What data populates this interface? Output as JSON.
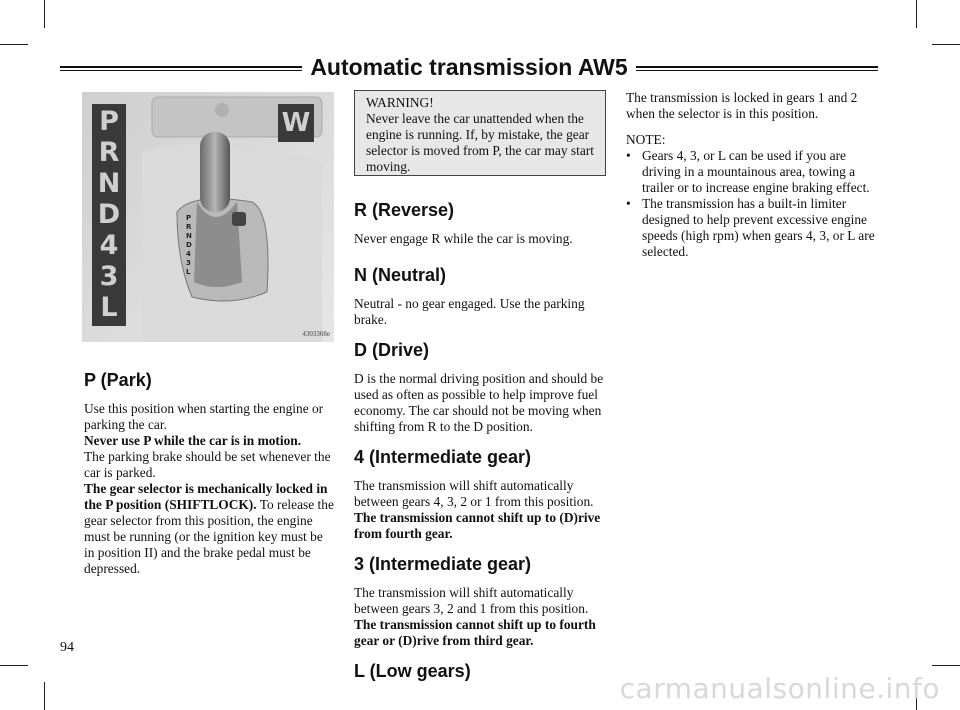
{
  "header": {
    "title": "Automatic transmission AW5"
  },
  "figure": {
    "gear_letters": [
      "P",
      "R",
      "N",
      "D",
      "4",
      "3",
      "L"
    ],
    "winter_letter": "W",
    "small_letters": [
      "P",
      "R",
      "N",
      "D",
      "4",
      "3",
      "L"
    ],
    "code": "4303308e"
  },
  "left": {
    "park": {
      "heading": "P (Park)",
      "p1": "Use this position when starting the engine or parking the car.",
      "p2": "Never use P while the car is in motion.",
      "p3": "The parking brake should be set whenever the car is parked.",
      "p4_bold": "The gear selector is mechanically locked in the P position (SHIFTLOCK).",
      "p4_rest": " To release the gear selector from this position, the engine must be running (or the ignition key must be in position II) and the brake pedal must be depressed."
    }
  },
  "middle": {
    "warning": {
      "title": "WARNING!",
      "text": "Never leave the car unattended when the engine is running. If, by mistake, the gear selector is moved from P, the car may start moving."
    },
    "reverse": {
      "heading": "R (Reverse)",
      "text": "Never engage R while the car is moving."
    },
    "neutral": {
      "heading": "N (Neutral)",
      "text": "Neutral - no gear engaged. Use the parking brake."
    },
    "drive": {
      "heading": "D (Drive)",
      "text": "D is the normal driving position and should be used as often as possible to help improve fuel economy. The car should not be moving when shifting from R to the D position."
    },
    "gear4": {
      "heading": "4 (Intermediate gear)",
      "text": "The transmission will shift automatically between gears 4, 3, 2 or 1 from this position.",
      "bold": "The transmission cannot shift up to (D)rive from fourth gear."
    },
    "gear3": {
      "heading": "3 (Intermediate gear)",
      "text": "The transmission will shift automatically between gears 3, 2 and 1 from this position.",
      "bold": "The transmission cannot shift up to fourth gear or (D)rive from third gear."
    },
    "low": {
      "heading": "L (Low gears)"
    }
  },
  "right": {
    "intro": "The transmission is locked in gears 1 and 2 when the selector is in this position.",
    "note_title": "NOTE:",
    "bullets": [
      "Gears 4, 3, or L can be used if you are driving in a mountainous area, towing a trailer or to increase engine braking effect.",
      "The transmission has a built-in limiter designed to help prevent excessive engine speeds (high rpm) when gears 4, 3, or L are selected."
    ],
    "bullet_glyph": "•"
  },
  "footer": {
    "page_number": "94",
    "watermark": "carmanualsonline.info"
  }
}
